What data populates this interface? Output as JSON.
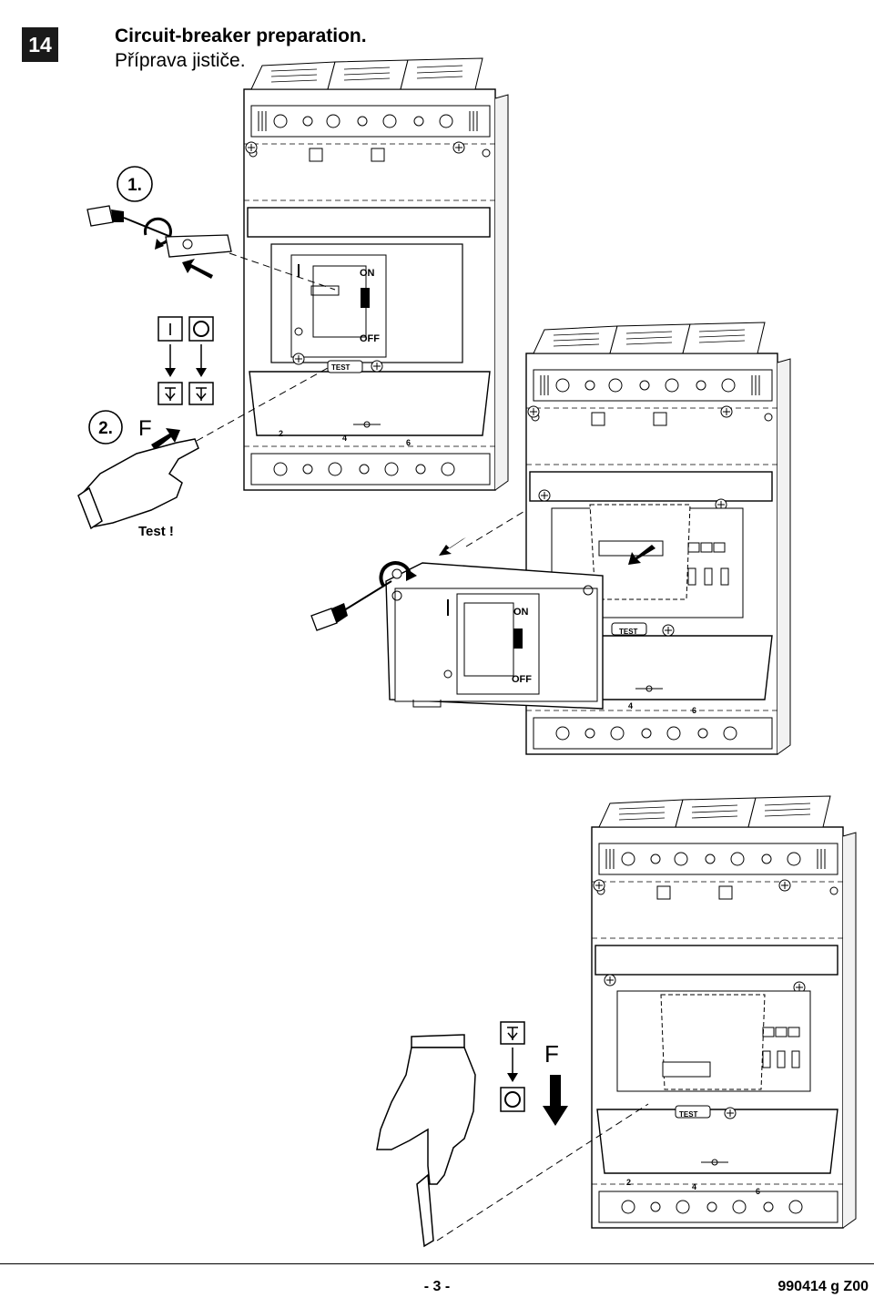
{
  "header": {
    "step_number": "14",
    "title_en": "Circuit-breaker preparation.",
    "title_cz": "Příprava jističe."
  },
  "labels": {
    "step1": "1.",
    "step2": "2.",
    "force_label": "F",
    "test_label": "Test !",
    "on": "ON",
    "off": "OFF",
    "test_button": "TEST",
    "terminal_2": "2",
    "terminal_4": "4",
    "terminal_6": "6",
    "symbol_on": "I",
    "symbol_off": "O"
  },
  "footer": {
    "page_number": "- 3 -",
    "doc_code": "990414 g Z00"
  }
}
